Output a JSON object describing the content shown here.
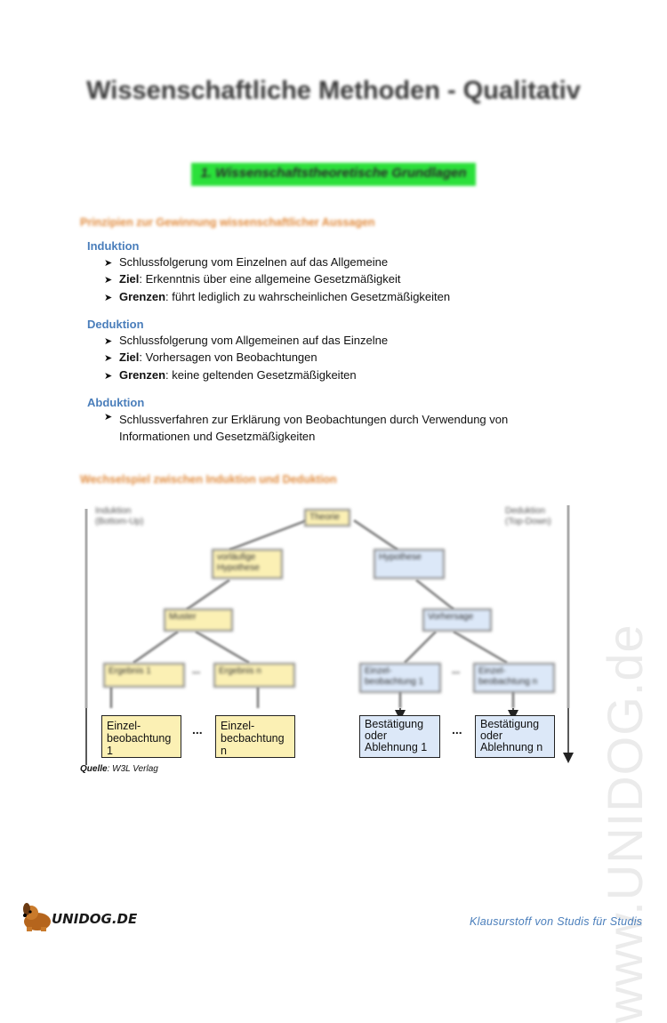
{
  "header": {
    "title": "Wissenschaftliche Methoden - Qualitativ"
  },
  "section": {
    "title": "1. Wissenschaftstheoretische Grundlagen"
  },
  "principles": {
    "heading": "Prinzipien zur Gewinnung wissenschaftlicher Aussagen"
  },
  "methods": [
    {
      "name": "Induktion",
      "bullets": [
        {
          "bold": "",
          "text": "Schlussfolgerung vom Einzelnen auf das Allgemeine"
        },
        {
          "bold": "Ziel",
          "text": ": Erkenntnis über eine allgemeine Gesetzmäßigkeit"
        },
        {
          "bold": "Grenzen",
          "text": ": führt lediglich zu wahrscheinlichen Gesetzmäßigkeiten"
        }
      ]
    },
    {
      "name": "Deduktion",
      "bullets": [
        {
          "bold": "",
          "text": "Schlussfolgerung vom Allgemeinen auf das Einzelne"
        },
        {
          "bold": "Ziel",
          "text": ": Vorhersagen von Beobachtungen"
        },
        {
          "bold": "Grenzen",
          "text": ": keine geltenden Gesetzmäßigkeiten"
        }
      ]
    },
    {
      "name": "Abduktion",
      "bullets": [
        {
          "bold": "",
          "text": "Schlussverfahren zur Erklärung von Beobachtungen durch Verwendung von Informationen und Gesetzmäßigkeiten"
        }
      ]
    }
  ],
  "interplay": {
    "heading": "Wechselspiel zwischen Induktion und Deduktion"
  },
  "diagram": {
    "left_axis": [
      "Induktion",
      "(Bottom-Up)"
    ],
    "right_axis": [
      "Deduktion",
      "(Top-Down)"
    ],
    "theorie": "Theorie",
    "vorlaeufige_hypothese": [
      "vorläufige",
      "Hypothese"
    ],
    "hypothese": "Hypothese",
    "muster": "Muster",
    "vorhersage": "Vorhersage",
    "ergebnis_1": "Ergebnis 1",
    "ergebnis_n": "Ergebnis n",
    "einzelbeobachtung_1_small": [
      "Einzel-",
      "beobachtung 1"
    ],
    "einzelbeobachtung_n_small": [
      "Einzel-",
      "beobachtung n"
    ],
    "einzelbeobachtung_1": [
      "Einzel-",
      "beobachtung 1"
    ],
    "einzelbeobachtung_n": [
      "Einzel-",
      "becbachtung n"
    ],
    "bestaetigung_1": [
      "Bestätigung",
      "oder",
      "Ablehnung 1"
    ],
    "bestaetigung_n": [
      "Bestätigung",
      "oder",
      "Ablehnung n"
    ],
    "ellipsis": "..."
  },
  "source": {
    "label": "Quelle",
    "text": ": W3L Verlag"
  },
  "watermark": "www.UNIDOG.de",
  "footer": {
    "logo_text": "UNIDOG.DE",
    "tagline": "Klausurstoff  von  Studis  für  Studis"
  }
}
